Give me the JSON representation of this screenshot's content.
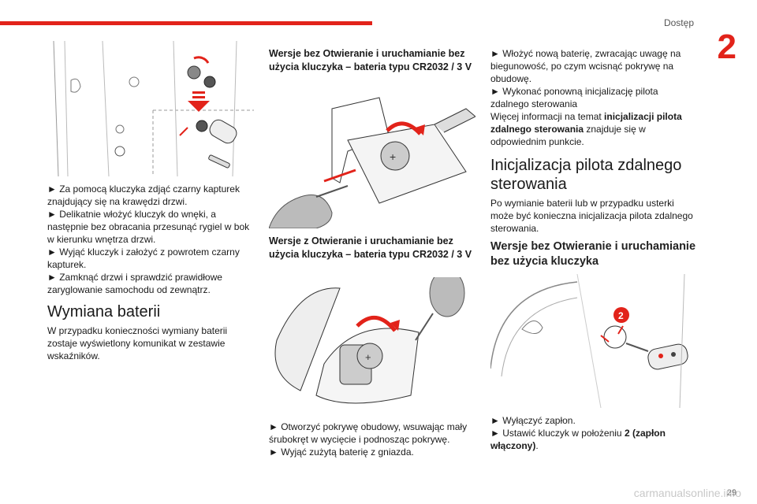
{
  "header": {
    "section_title": "Dostęp",
    "chapter_number": "2",
    "page_number": "29"
  },
  "col1": {
    "steps": [
      "Za pomocą kluczyka zdjąć czarny kapturek znajdujący się na krawędzi drzwi.",
      "Delikatnie włożyć kluczyk do wnęki, a następnie bez obracania przesunąć rygiel w bok w kierunku wnętrza drzwi.",
      "Wyjąć kluczyk i założyć z powrotem czarny kapturek.",
      "Zamknąć drzwi i sprawdzić prawidłowe zaryglowanie samochodu od zewnątrz."
    ],
    "heading": "Wymiana baterii",
    "text": "W przypadku konieczności wymiany baterii zostaje wyświetlony komunikat w zestawie wskaźników."
  },
  "col2": {
    "subheading1": "Wersje bez Otwieranie i uruchamianie bez użycia kluczyka – bateria typu CR2032 / 3 V",
    "subheading2": "Wersje z Otwieranie i uruchamianie bez użycia kluczyka – bateria typu CR2032 / 3 V",
    "steps": [
      "Otworzyć pokrywę obudowy, wsuwając mały śrubokręt w wycięcie i podnosząc pokrywę.",
      "Wyjąć zużytą baterię z gniazda."
    ]
  },
  "col3": {
    "step1": "Włożyć nową baterię, zwracając uwagę na biegunowość, po czym wcisnąć pokrywę na obudowę.",
    "step2": "Wykonać ponowną inicjalizację pilota zdalnego sterowania",
    "info_prefix": "Więcej informacji na temat ",
    "info_bold": "inicjalizacji pilota zdalnego sterowania",
    "info_suffix": " znajduje się w odpowiednim punkcie.",
    "heading": "Inicjalizacja pilota zdalnego sterowania",
    "text": "Po wymianie baterii lub w przypadku usterki może być konieczna inicjalizacja pilota zdalnego sterowania.",
    "subheading": "Wersje bez Otwieranie i uruchamianie bez użycia kluczyka",
    "illus_label": "2",
    "step3": "Wyłączyć zapłon.",
    "step4_prefix": "Ustawić kluczyk w położeniu ",
    "step4_bold": "2 (zapłon włączony)",
    "step4_suffix": "."
  },
  "footer": {
    "watermark": "carmanualsonline.info"
  }
}
